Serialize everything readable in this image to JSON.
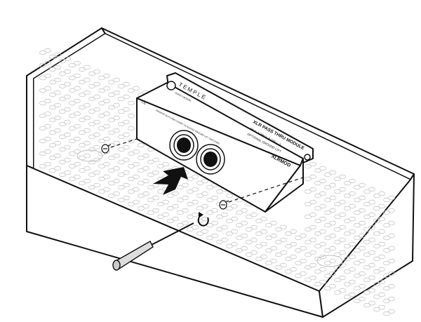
{
  "module": {
    "brand": "TEMPLE",
    "brand_sub": "AUDIO DESIGN",
    "title": "XLR PASS THRU MODULE",
    "subtitle_1": "PIN 2 - T / PIN 3 - R / PIN 1 - S",
    "subtitle_2": "OPTIONAL GROUND LIFT",
    "model": "XLRMOD",
    "ce_mark": "CE",
    "note": "REMOVE NUTS AND COVER TO ACCESS GROUND LIFT SWITCHES"
  },
  "icons": [
    "direction-arrow",
    "rotate-counterclockwise-icon",
    "screwdriver",
    "screw"
  ],
  "colors": {
    "line": "#111111",
    "holes": "#c8c8c8",
    "background": "#ffffff"
  }
}
